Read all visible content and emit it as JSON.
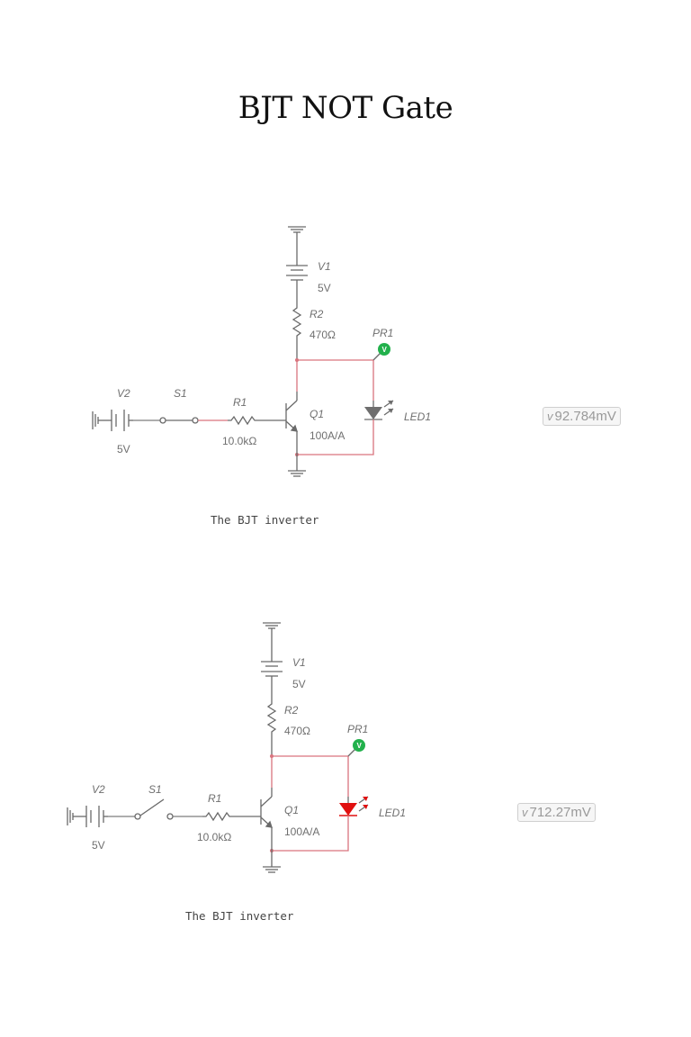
{
  "title": "BJT NOT Gate",
  "circuits": [
    {
      "state": "switch-closed",
      "led_on": false,
      "labels": {
        "v1_name": "V1",
        "v1_value": "5V",
        "r2_name": "R2",
        "r2_value": "470Ω",
        "pr1_name": "PR1",
        "probe_letter": "V",
        "v2_name": "V2",
        "v2_value": "5V",
        "s1_name": "S1",
        "r1_name": "R1",
        "r1_value": "10.0kΩ",
        "q1_name": "Q1",
        "q1_value": "100A/A",
        "led1_name": "LED1"
      },
      "caption": "The BJT inverter",
      "readout_unit_symbol": "v",
      "readout_value": "92.784mV"
    },
    {
      "state": "switch-open",
      "led_on": true,
      "labels": {
        "v1_name": "V1",
        "v1_value": "5V",
        "r2_name": "R2",
        "r2_value": "470Ω",
        "pr1_name": "PR1",
        "probe_letter": "V",
        "v2_name": "V2",
        "v2_value": "5V",
        "s1_name": "S1",
        "r1_name": "R1",
        "r1_value": "10.0kΩ",
        "q1_name": "Q1",
        "q1_value": "100A/A",
        "led1_name": "LED1"
      },
      "caption": "The BJT inverter",
      "readout_unit_symbol": "v",
      "readout_value": "712.27mV"
    }
  ],
  "colors": {
    "wire": "#7d7d7d",
    "wire_high": "#d9747e",
    "led_off": "#6e6e6e",
    "led_on": "#e01010",
    "probe": "#22b14c"
  }
}
